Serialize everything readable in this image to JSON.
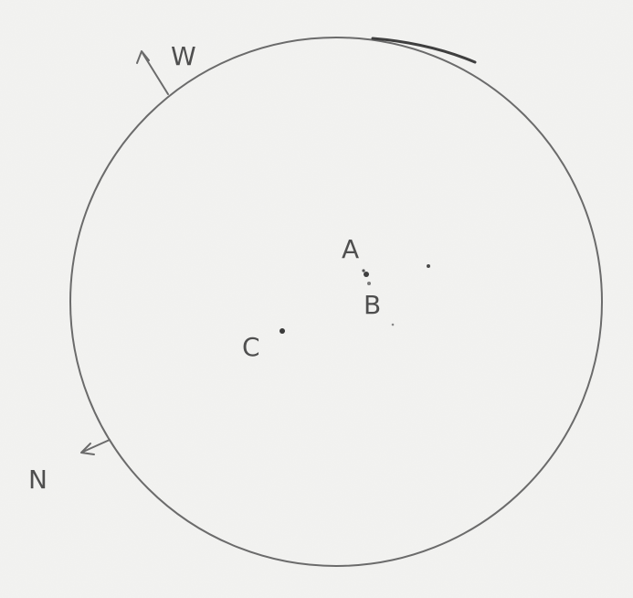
{
  "labels": {
    "west": "W",
    "north": "N",
    "spot_a": "A",
    "spot_b": "B",
    "spot_c": "C"
  },
  "colors": {
    "paper": "#f1f1ef",
    "pencil": "#6b6b6b",
    "pencil_dark": "#3f3f3f"
  }
}
